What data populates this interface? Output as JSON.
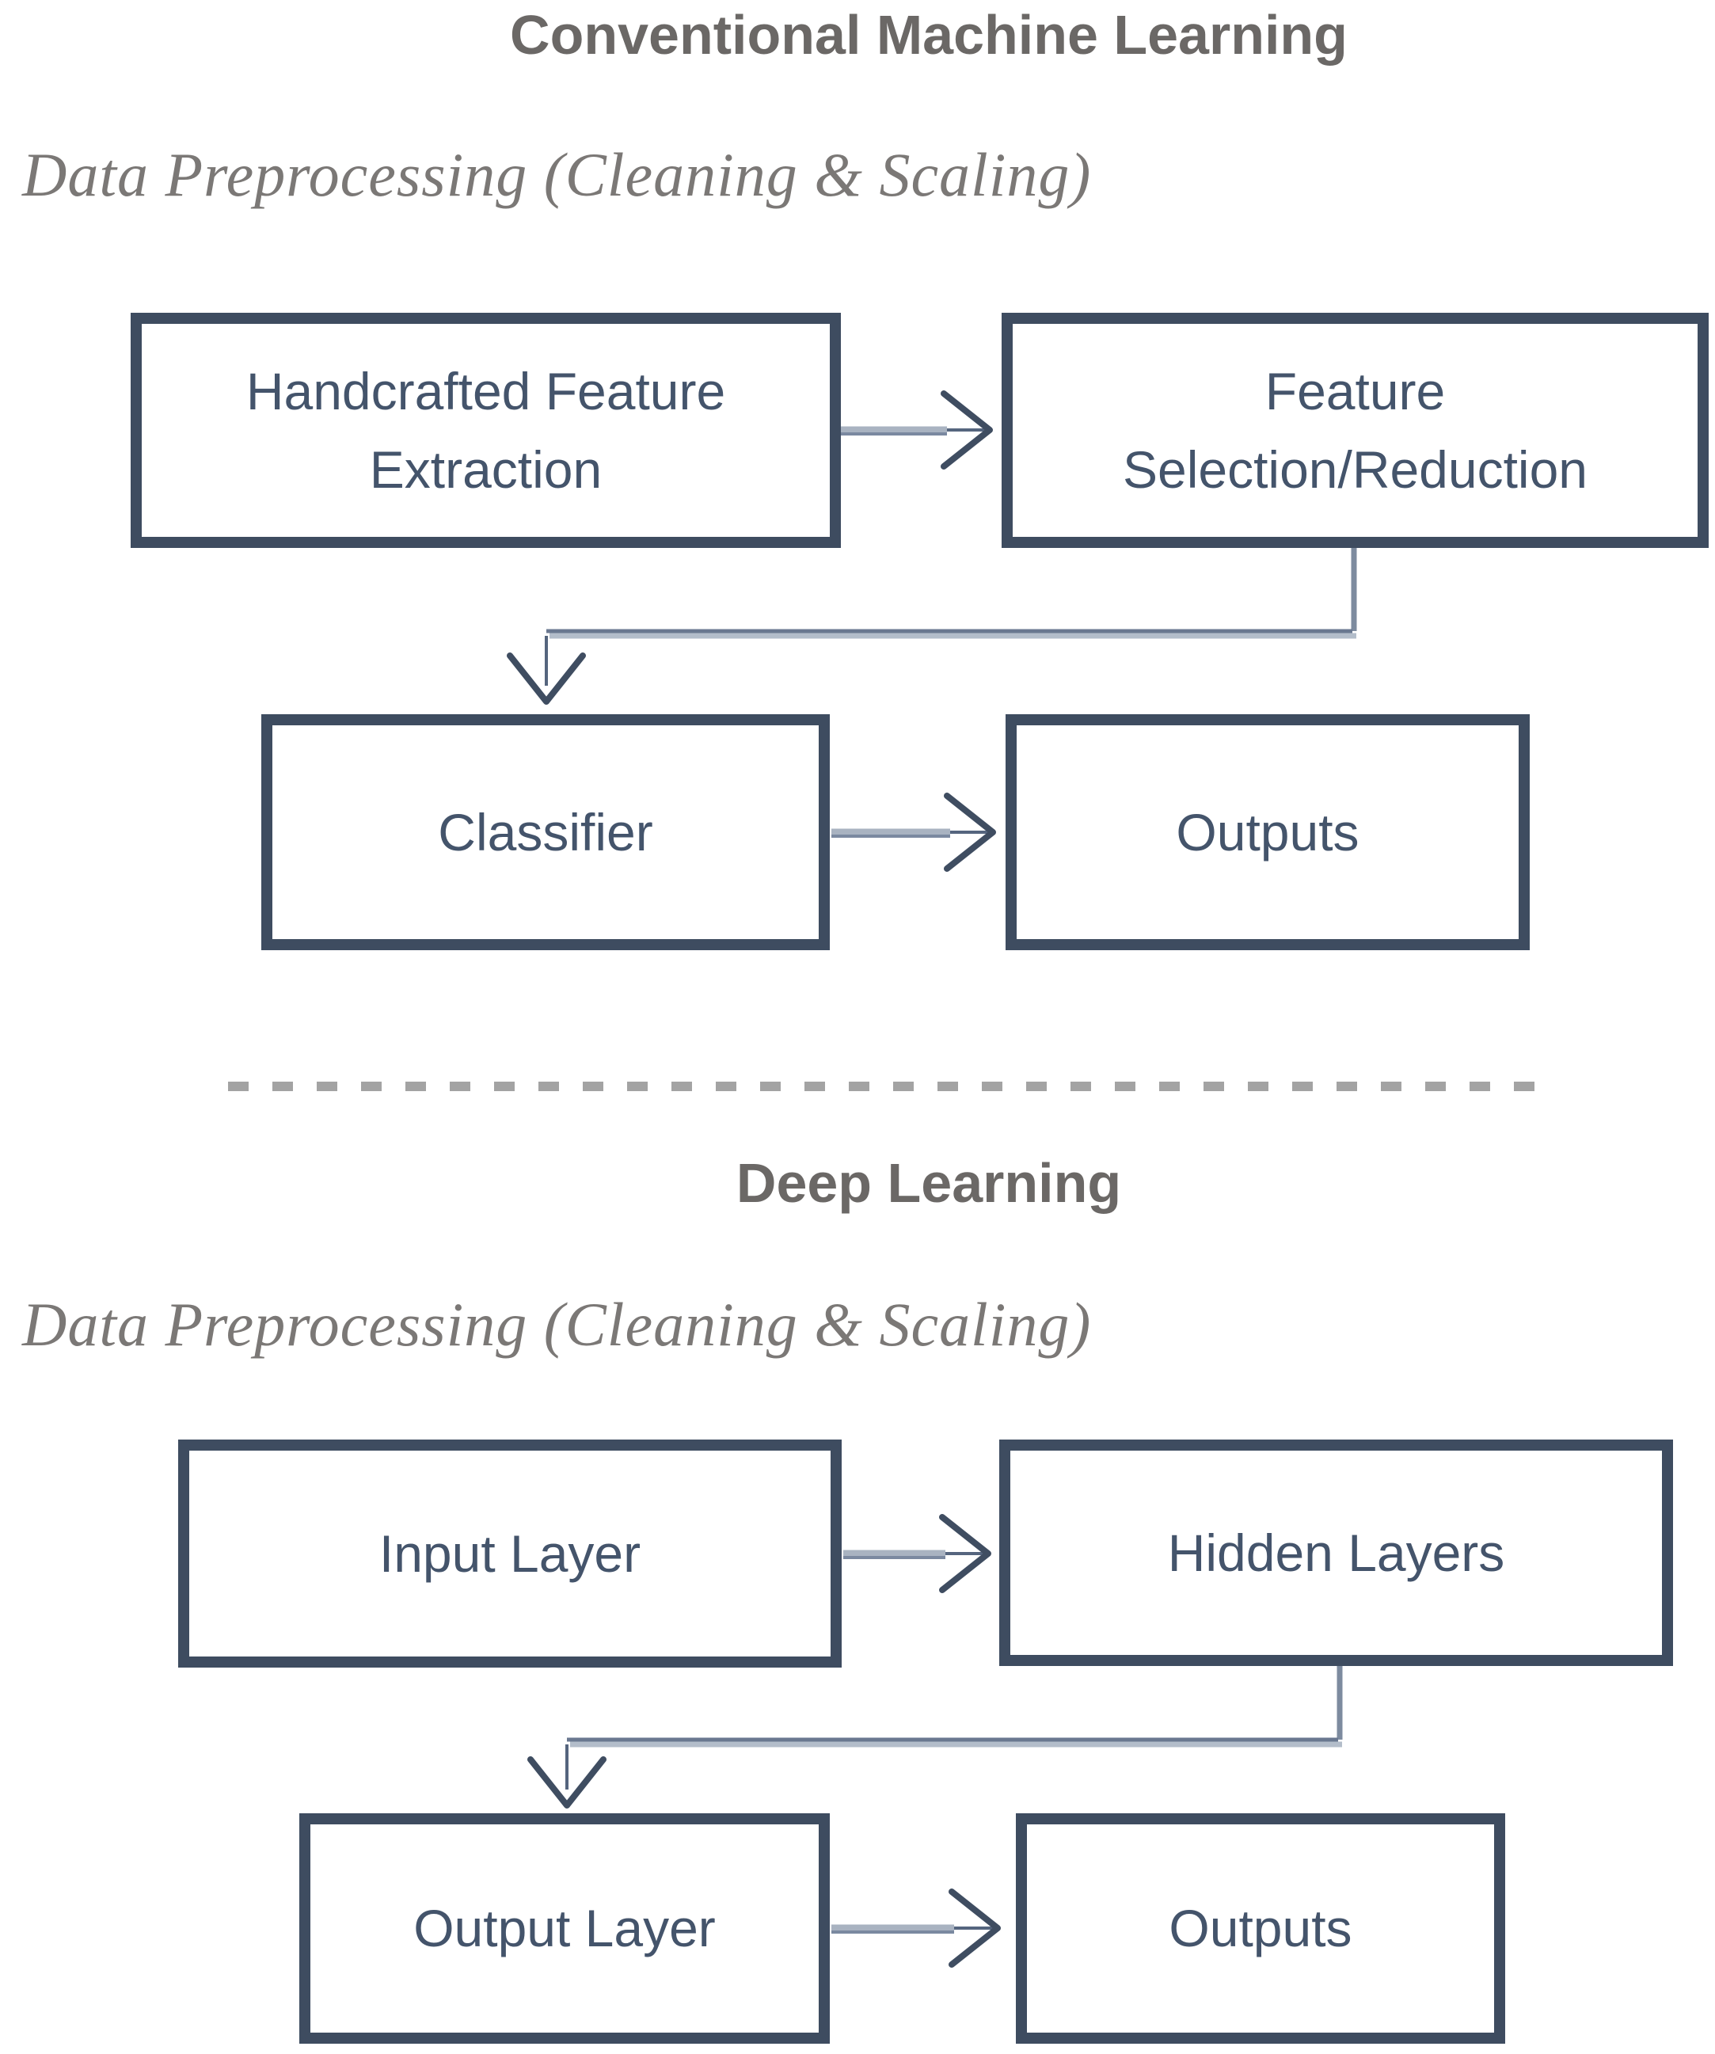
{
  "colors": {
    "node_border": "#3e4c60",
    "node_fill": "#ffffff",
    "node_text": "#44546b",
    "section_title": "#6b6866",
    "subtitle_text": "#7b7876",
    "connector_shaft": "#a9b3c1",
    "connector_dark": "#55657e",
    "arrowhead": "#3f4d61",
    "divider": "#a3a3a3"
  },
  "sections": [
    {
      "title": "Conventional Machine Learning",
      "subtitle": "Data Preprocessing (Cleaning & Scaling)",
      "nodes": [
        {
          "id": "handcrafted-feature-extraction",
          "label": "Handcrafted Feature\nExtraction"
        },
        {
          "id": "feature-selection-reduction",
          "label": "Feature\nSelection/Reduction"
        },
        {
          "id": "classifier",
          "label": "Classifier"
        },
        {
          "id": "outputs",
          "label": "Outputs"
        }
      ],
      "edges": [
        {
          "from": "handcrafted-feature-extraction",
          "to": "feature-selection-reduction"
        },
        {
          "from": "feature-selection-reduction",
          "to": "classifier"
        },
        {
          "from": "classifier",
          "to": "outputs"
        }
      ]
    },
    {
      "title": "Deep Learning",
      "subtitle": "Data Preprocessing (Cleaning & Scaling)",
      "nodes": [
        {
          "id": "input-layer",
          "label": "Input Layer"
        },
        {
          "id": "hidden-layers",
          "label": "Hidden Layers"
        },
        {
          "id": "output-layer",
          "label": "Output Layer"
        },
        {
          "id": "outputs",
          "label": "Outputs"
        }
      ],
      "edges": [
        {
          "from": "input-layer",
          "to": "hidden-layers"
        },
        {
          "from": "hidden-layers",
          "to": "output-layer"
        },
        {
          "from": "output-layer",
          "to": "outputs"
        }
      ]
    }
  ]
}
